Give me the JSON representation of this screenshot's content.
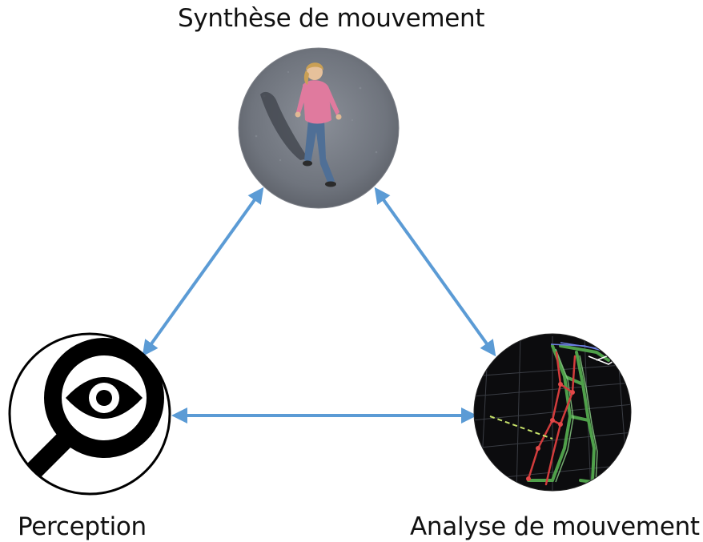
{
  "nodes": {
    "synthesis": {
      "label": "Synthèse de mouvement",
      "icon": "walking-woman-render"
    },
    "perception": {
      "label": "Perception",
      "icon": "magnifier-eye-icon"
    },
    "analysis": {
      "label": "Analyse de mouvement",
      "icon": "skeleton-tracking-render"
    }
  },
  "colors": {
    "arrow": "#5b9bd5",
    "ring": "#000000",
    "background": "#ffffff"
  }
}
